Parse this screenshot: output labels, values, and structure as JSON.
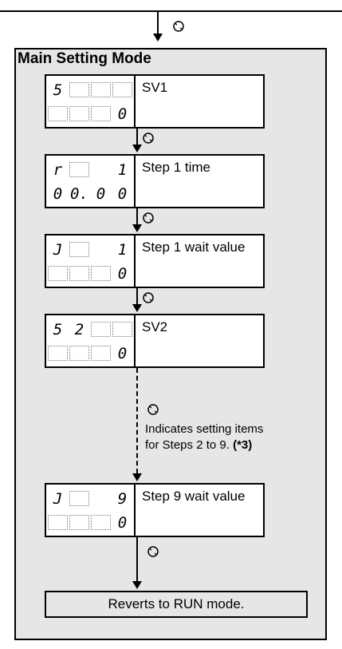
{
  "mode_title": "Main Setting Mode",
  "items": [
    {
      "label": "SV1",
      "top_row": [
        "5",
        "",
        "",
        ""
      ],
      "bottom_row": [
        "",
        "",
        "",
        "0"
      ]
    },
    {
      "label": "Step 1 time",
      "top_row": [
        "r",
        "",
        "_",
        "1"
      ],
      "bottom_row": [
        "0",
        "0.",
        "0",
        "0"
      ]
    },
    {
      "label": "Step 1 wait value",
      "top_row": [
        "J",
        "",
        "_",
        "1"
      ],
      "bottom_row": [
        "",
        "",
        "",
        "0"
      ]
    },
    {
      "label": "SV2",
      "top_row": [
        "5",
        "2",
        "",
        ""
      ],
      "bottom_row": [
        "",
        "",
        "",
        "0"
      ]
    },
    {
      "label": "Step 9 wait value",
      "top_row": [
        "J",
        "",
        "_",
        "9"
      ],
      "bottom_row": [
        "",
        "",
        "",
        "0"
      ]
    }
  ],
  "note": {
    "line1": "Indicates setting items",
    "line2": "for Steps 2 to 9.",
    "ref": "(*3)"
  },
  "end_label": "Reverts to RUN mode.",
  "icons": [
    "cycle-icon",
    "arrow-down-icon"
  ]
}
